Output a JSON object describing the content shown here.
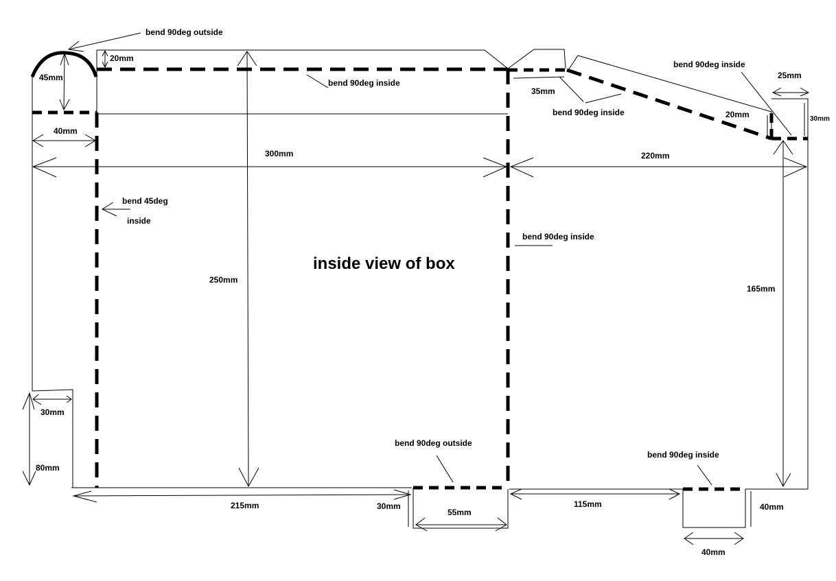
{
  "title": "inside view of box",
  "annotations": {
    "bend_90_outside_top": "bend 90deg outside",
    "bend_90_inside_top": "bend 90deg inside",
    "bend_90_inside_slope": "bend 90deg inside",
    "bend_90_inside_right_top": "bend 90deg inside",
    "bend_45_line1": "bend 45deg",
    "bend_45_line2": "inside",
    "bend_90_inside_center": "bend 90deg inside",
    "bend_90_outside_bottom": "bend 90deg outside",
    "bend_90_inside_bottom_right": "bend 90deg inside"
  },
  "dimensions": {
    "d20_top": "20mm",
    "d45": "45mm",
    "d40_left": "40mm",
    "d300": "300mm",
    "d250": "250mm",
    "d35": "35mm",
    "d220": "220mm",
    "d25": "25mm",
    "d30_right": "30mm",
    "d20_right": "20mm",
    "d165": "165mm",
    "d30_left": "30mm",
    "d80": "80mm",
    "d215": "215mm",
    "d30_bottom": "30mm",
    "d55": "55mm",
    "d115": "115mm",
    "d40_tab_h": "40mm",
    "d40_tab_w": "40mm"
  }
}
